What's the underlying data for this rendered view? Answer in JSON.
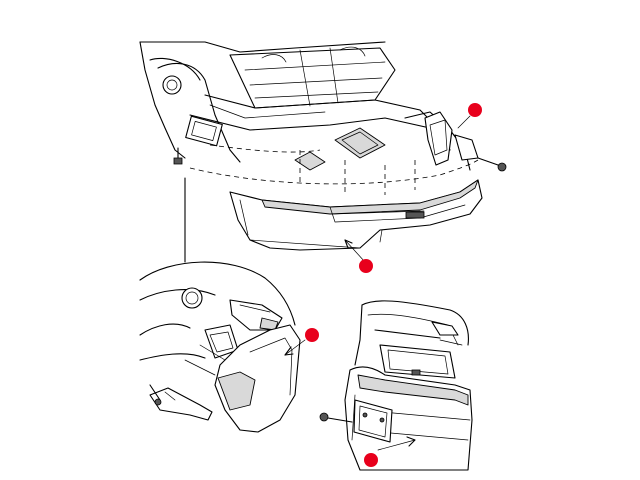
{
  "colors": {
    "line": "#000000",
    "shade": "#d9d9d9",
    "marker": "#e8001c",
    "background": "#ffffff"
  },
  "figure": {
    "views": [
      "vehicle-rear-overview",
      "corner-detail",
      "rear-fascia-detail"
    ],
    "markers": [
      {
        "id": "marker-fascia-bracket",
        "color": "#e8001c"
      },
      {
        "id": "marker-fascia-main",
        "color": "#e8001c"
      },
      {
        "id": "marker-corner-detail",
        "color": "#e8001c"
      },
      {
        "id": "marker-license-bracket",
        "color": "#e8001c"
      }
    ]
  }
}
